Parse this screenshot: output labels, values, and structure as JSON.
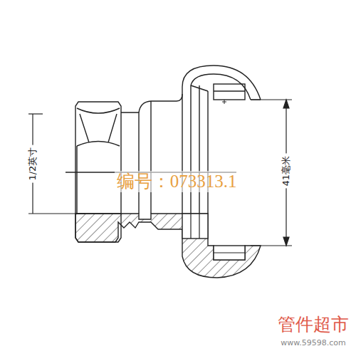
{
  "diagram": {
    "labels": [
      "1/2英寸",
      "编号：073313.1",
      "41毫米",
      "管件超市",
      "www.59598.com"
    ]
  }
}
